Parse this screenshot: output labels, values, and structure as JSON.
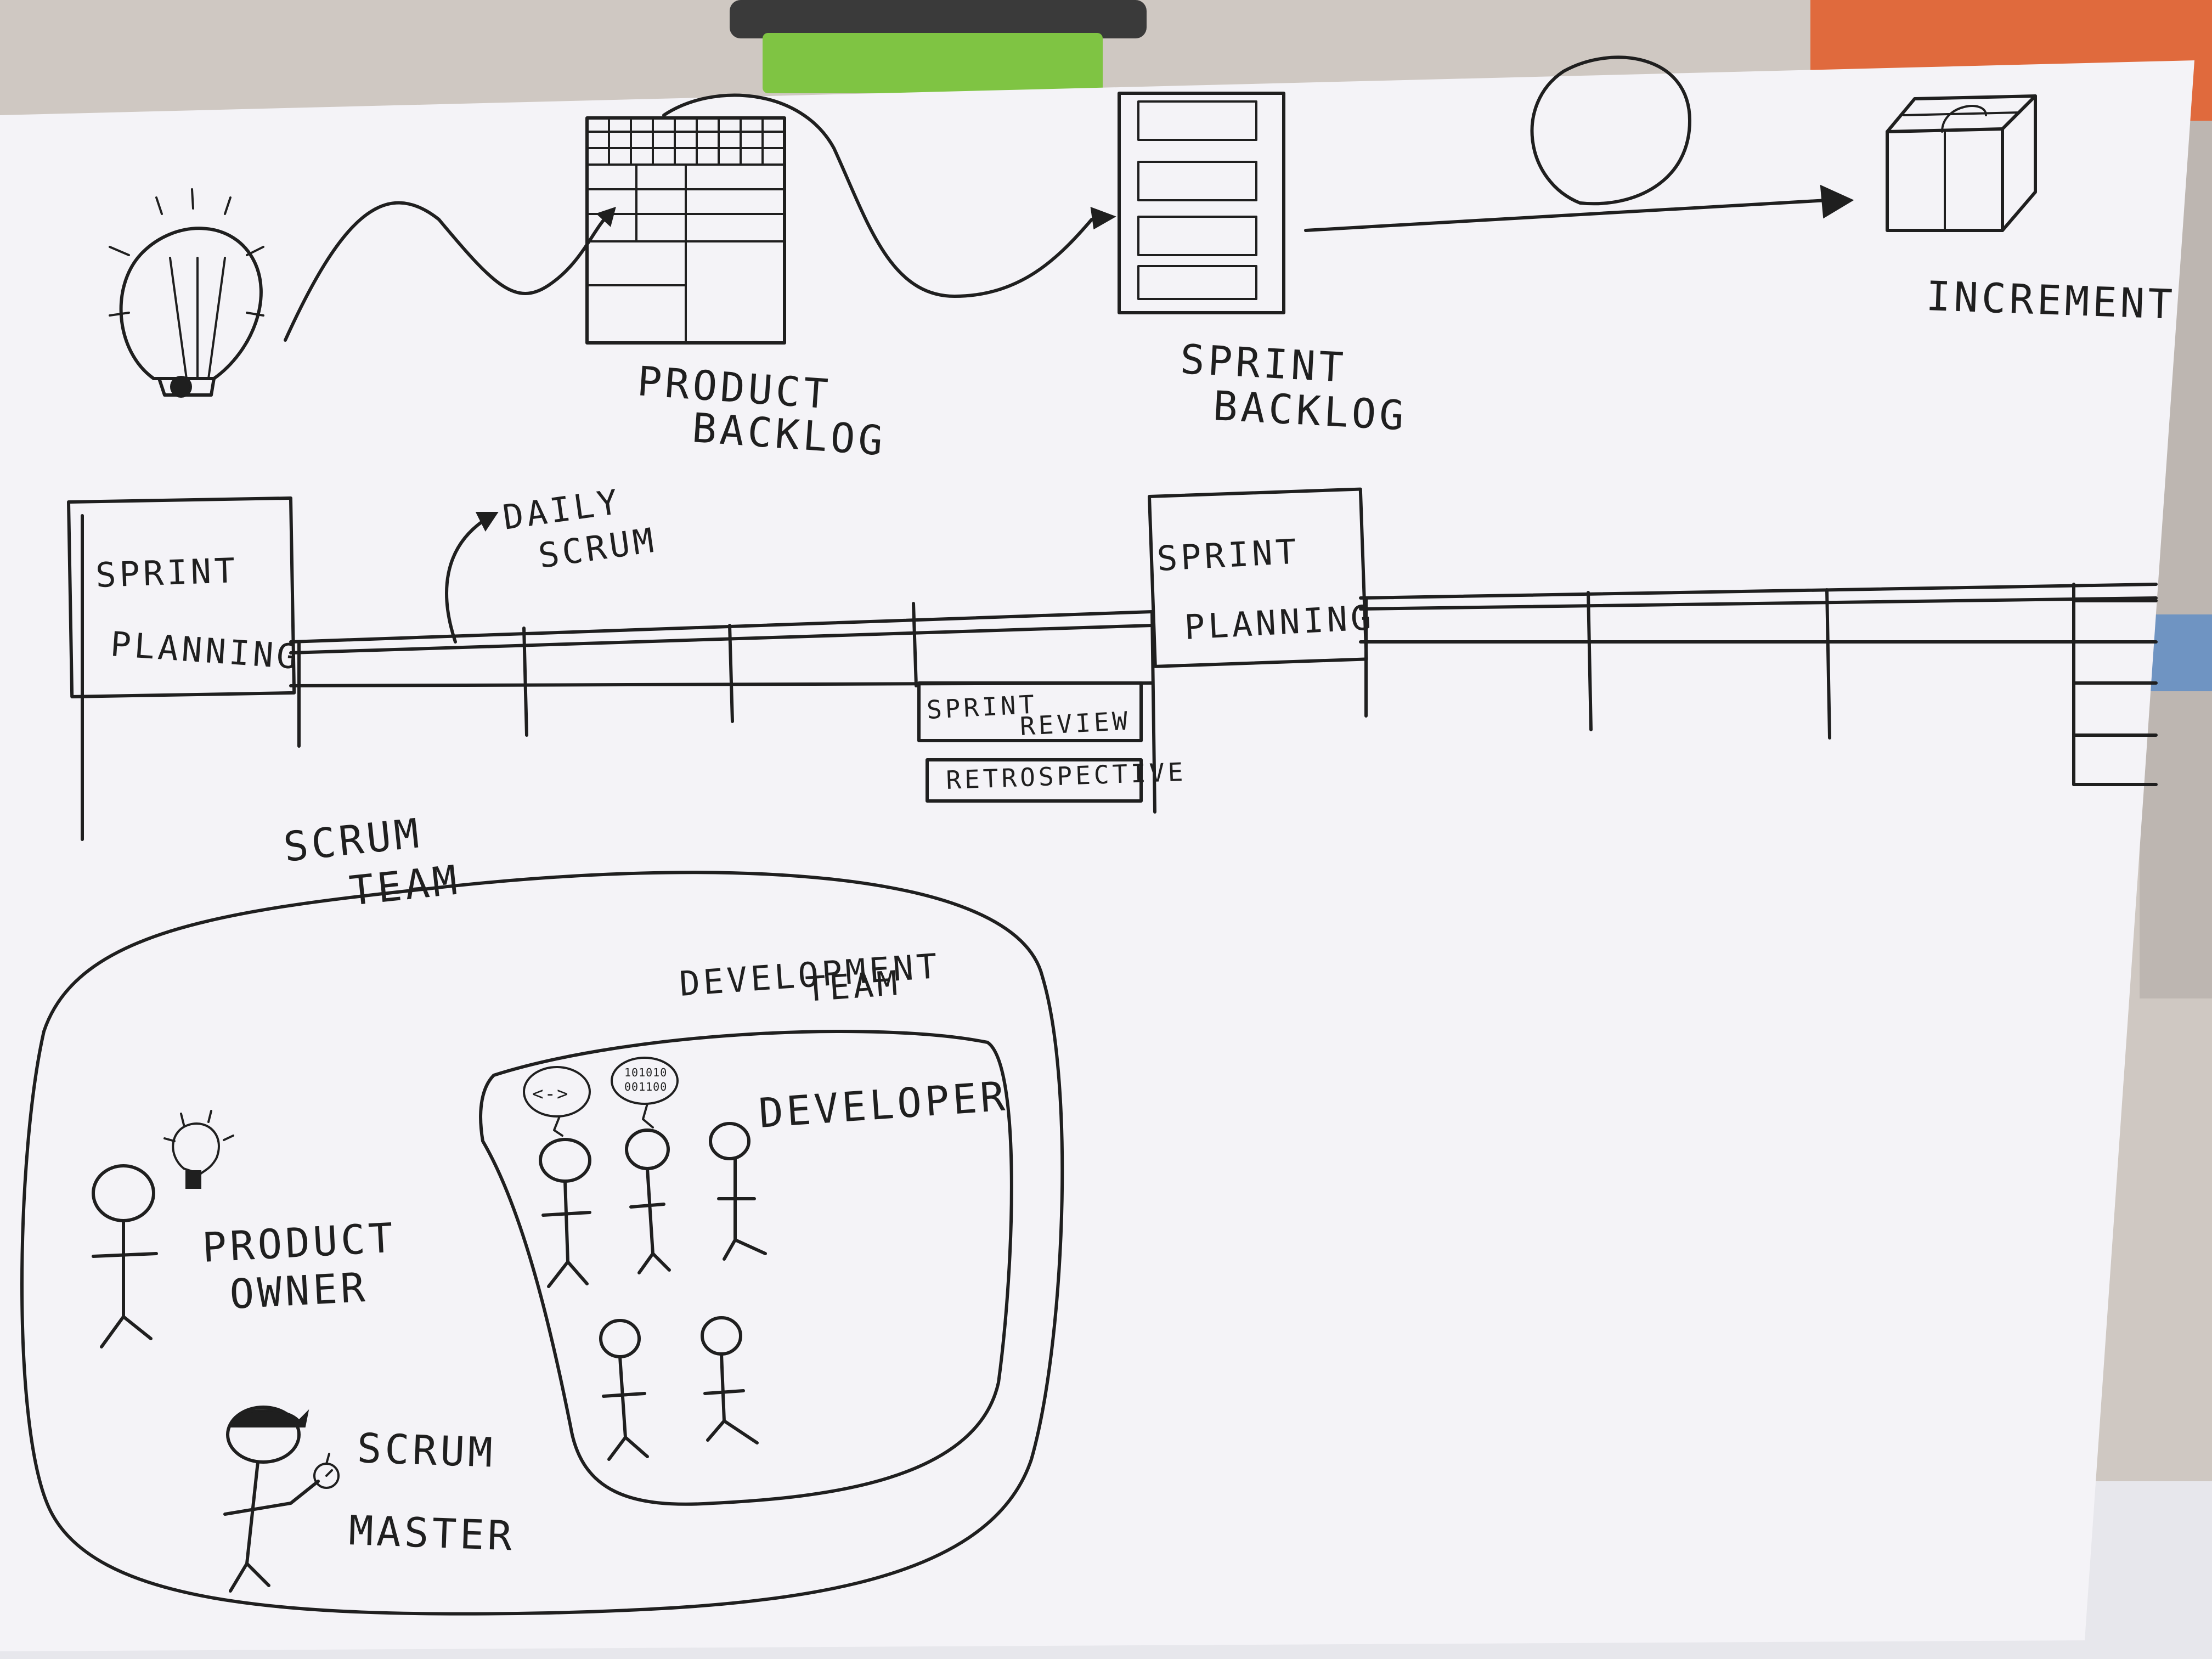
{
  "flow": {
    "product_backlog": [
      "PRODUCT",
      "BACKLOG"
    ],
    "sprint_backlog": [
      "SPRINT",
      "BACKLOG"
    ],
    "increment": "INCREMENT"
  },
  "timeline": {
    "daily_scrum": [
      "DAILY",
      "SCRUM"
    ],
    "sprint_planning_1": [
      "SPRINT",
      "PLANNING"
    ],
    "sprint_planning_2": [
      "SPRINT",
      "PLANNING"
    ],
    "sprint_review": [
      "SPRINT",
      "REVIEW"
    ],
    "retrospective": "RETROSPECTIVE"
  },
  "team": {
    "scrum_team": [
      "SCRUM",
      "TEAM"
    ],
    "development_team": [
      "DEVELOPMENT",
      "TEAM"
    ],
    "developer": "DEVELOPER",
    "product_owner": [
      "PRODUCT",
      "OWNER"
    ],
    "scrum_master": [
      "SCRUM",
      "MASTER"
    ],
    "speech_code": "<->",
    "speech_binary": [
      "101010",
      "001100"
    ]
  },
  "colors": {
    "paper": "#f4f3f7",
    "ink": "#1f1f1f",
    "cup_green": "#7fc443",
    "desk_orange": "#e2683a"
  }
}
